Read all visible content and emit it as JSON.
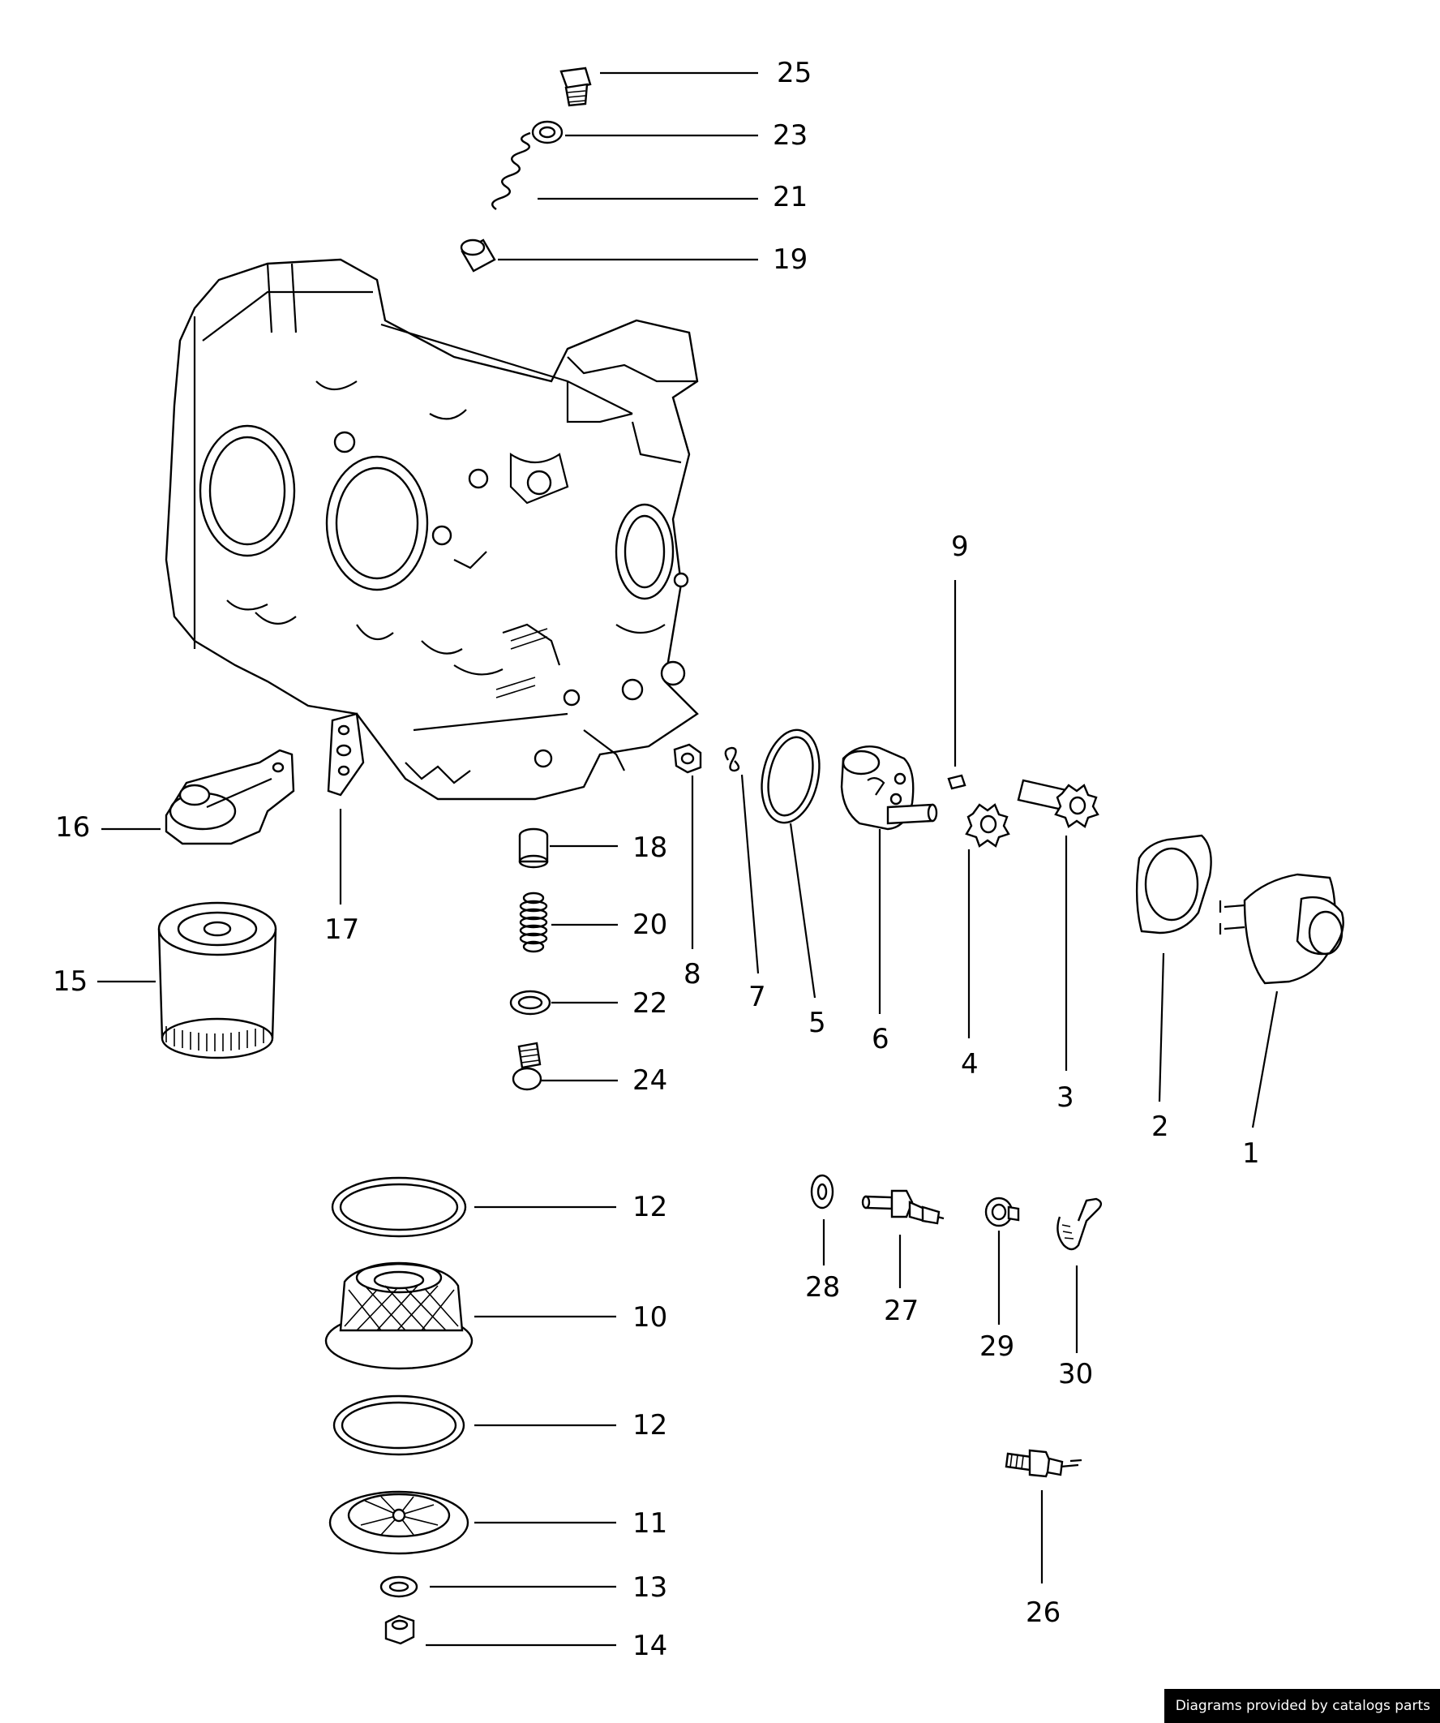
{
  "callouts": {
    "c1": "1",
    "c2": "2",
    "c3": "3",
    "c4": "4",
    "c5": "5",
    "c6": "6",
    "c7": "7",
    "c8": "8",
    "c9": "9",
    "c10": "10",
    "c11": "11",
    "c12a": "12",
    "c12b": "12",
    "c13": "13",
    "c14": "14",
    "c15": "15",
    "c16": "16",
    "c17": "17",
    "c18": "18",
    "c19": "19",
    "c20": "20",
    "c21": "21",
    "c22": "22",
    "c23": "23",
    "c24": "24",
    "c25": "25",
    "c26": "26",
    "c27": "27",
    "c28": "28",
    "c29": "29",
    "c30": "30"
  },
  "footer": {
    "credit": "Diagrams provided by catalogs parts"
  }
}
